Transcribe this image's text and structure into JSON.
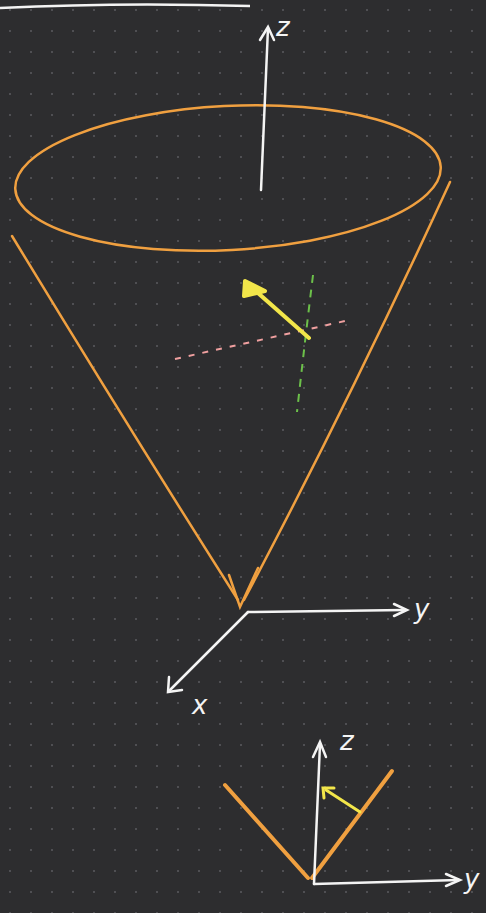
{
  "diagram": {
    "labels": [
      "z",
      "y",
      "x",
      "z",
      "y"
    ]
  }
}
